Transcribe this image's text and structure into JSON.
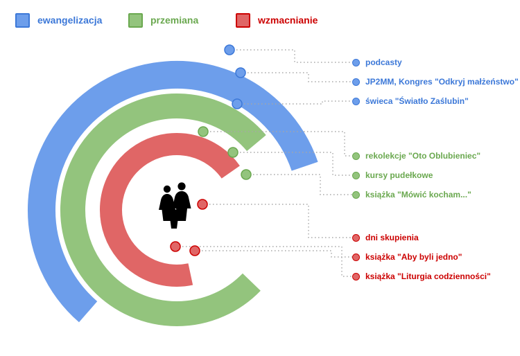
{
  "palette": {
    "blue": {
      "fill": "#6d9eeb",
      "stroke": "#3c78d8",
      "text": "#3c78d8"
    },
    "green": {
      "fill": "#93c47d",
      "stroke": "#6aa84f",
      "text": "#6aa84f"
    },
    "red": {
      "fill": "#e06666",
      "stroke": "#cc0000",
      "text": "#cc0000"
    },
    "connector": "#a6a6a6",
    "icon": "#000000"
  },
  "legend": [
    {
      "label": "ewangelizacja",
      "color": "blue"
    },
    {
      "label": "przemiana",
      "color": "green"
    },
    {
      "label": "wzmacnianie",
      "color": "red"
    }
  ],
  "rings": [
    {
      "category": "ewangelizacja",
      "color": "blue",
      "position": "outer",
      "items": [
        "podcasty",
        "JP2MM, Kongres \"Odkryj małżeństwo\"",
        "świeca \"Światło Zaślubin\""
      ]
    },
    {
      "category": "przemiana",
      "color": "green",
      "position": "middle",
      "items": [
        "rekolekcje \"Oto Oblubieniec\"",
        "kursy pudełkowe",
        "książka \"Mówić kocham...\""
      ]
    },
    {
      "category": "wzmacnianie",
      "color": "red",
      "position": "inner",
      "items": [
        "dni skupienia",
        "książka \"Aby byli jedno\"",
        "książka \"Liturgia codzienności\""
      ]
    }
  ],
  "center_icon": "family-silhouette"
}
